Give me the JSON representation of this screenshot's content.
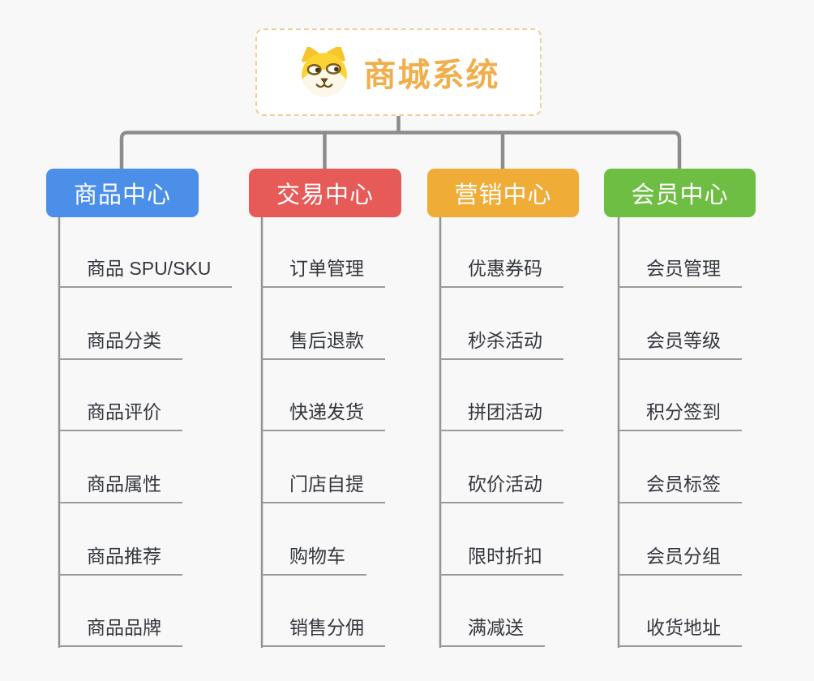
{
  "canvas": {
    "background_color": "#F8F8F8",
    "connector_color": "#8C8C8C",
    "underline_color": "#9B9B9B"
  },
  "root": {
    "title": "商城系统",
    "icon": "shiba-dog-icon",
    "title_color": "#F0AF4D",
    "border_color": "#F3CE96"
  },
  "branches": [
    {
      "label": "商品中心",
      "color": "#4B8FE8",
      "children": [
        "商品 SPU/SKU",
        "商品分类",
        "商品评价",
        "商品属性",
        "商品推荐",
        "商品品牌"
      ]
    },
    {
      "label": "交易中心",
      "color": "#E65B58",
      "children": [
        "订单管理",
        "售后退款",
        "快递发货",
        "门店自提",
        "购物车",
        "销售分佣"
      ]
    },
    {
      "label": "营销中心",
      "color": "#EFAC37",
      "children": [
        "优惠券码",
        "秒杀活动",
        "拼团活动",
        "砍价活动",
        "限时折扣",
        "满减送"
      ]
    },
    {
      "label": "会员中心",
      "color": "#6FBE44",
      "children": [
        "会员管理",
        "会员等级",
        "积分签到",
        "会员标签",
        "会员分组",
        "收货地址"
      ]
    }
  ]
}
